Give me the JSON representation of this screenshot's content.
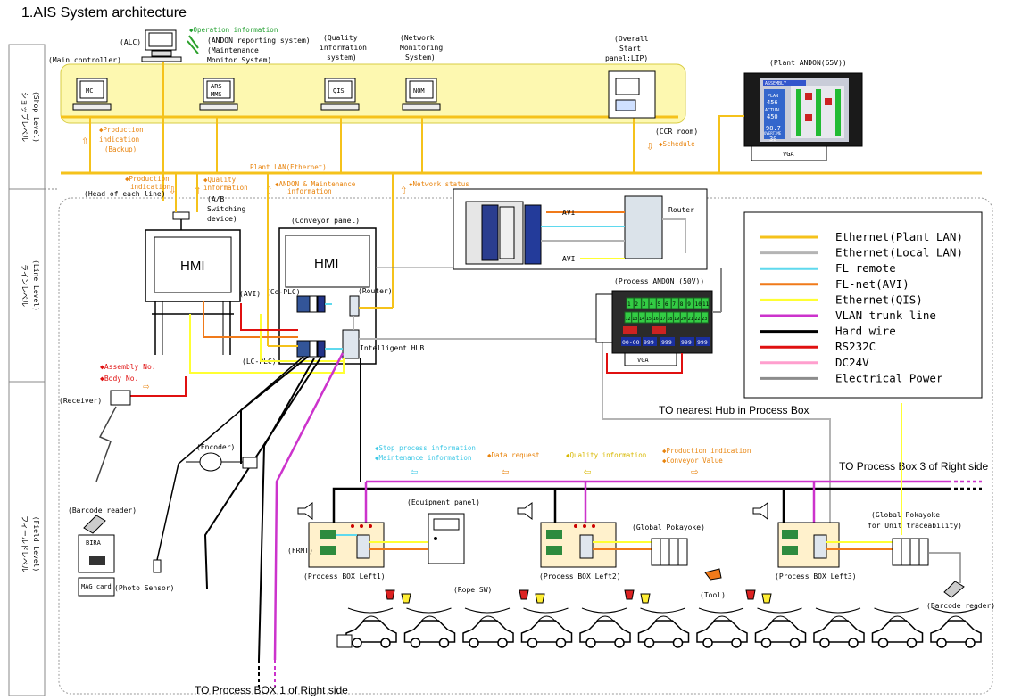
{
  "title": "1.AIS System architecture",
  "levels": {
    "shop": [
      "ショップレベル",
      "(Shop Level)"
    ],
    "line": [
      "ラインレベル",
      "(Line Level)"
    ],
    "field": [
      "フィールドレベル",
      "(Field Level)"
    ]
  },
  "shop": {
    "alc_label": "(ALC)",
    "operation_info": "◆Operation information",
    "andon_reporting": "(ANDON reporting system)",
    "maintenance_monitor_1": "(Maintenance",
    "maintenance_monitor_2": "Monitor System)",
    "main_controller": "(Main controller)",
    "quality_info_1": "(Quality",
    "quality_info_2": "information",
    "quality_info_3": "system)",
    "network_mon_1": "(Network",
    "network_mon_2": "Monitoring",
    "network_mon_3": "System)",
    "overall_1": "(Overall",
    "overall_2": "Start",
    "overall_3": "panel:LIP)",
    "mc": "MC",
    "ars": "ARS",
    "mms": "MMS",
    "qis": "QIS",
    "nom": "NOM",
    "plant_andon": "(Plant ANDON(65V))",
    "vga": "VGA",
    "production_backup_1": "◆Production",
    "production_backup_2": "indication",
    "production_backup_3": "(Backup)",
    "ccr_room": "(CCR room)",
    "schedule": "◆Schedule",
    "plant_lan": "Plant LAN(Ethernet)"
  },
  "andon_board": {
    "header": "ASSEMBLY",
    "plan_label": "PLAN",
    "plan_value": "456",
    "actual_label": "ACTUAL",
    "actual_value": "450",
    "ratio_value": "98.7",
    "overtime_label": "OVERTIME",
    "overtime_value": "30"
  },
  "line": {
    "head_of_line": "(Head of each line)",
    "production_ind_1": "◆Production",
    "production_ind_2": "indication",
    "quality_info_1": "◆Quality",
    "quality_info_2": "information",
    "andon_maint_1": "◆ANDON & Maintenance",
    "andon_maint_2": "information",
    "network_status": "◆Network status",
    "ab_switch_1": "(A/B",
    "ab_switch_2": "Switching",
    "ab_switch_3": "device)",
    "conveyor_panel": "(Conveyor panel)",
    "hmi": "HMI",
    "avi": "(AVI)",
    "co_plc": "(Co-PLC)",
    "router_paren": "(Router)",
    "lc_plc": "(LC-PLC)",
    "intelligent_hub": "Intelligent HUB",
    "inset_avi_top": "AVI",
    "inset_avi_bottom": "AVI",
    "inset_router": "Router",
    "process_andon": "(Process ANDON (50V))",
    "andon_vga": "VGA",
    "andon_top_row": [
      "1",
      "2",
      "3",
      "4",
      "5",
      "6",
      "7",
      "8",
      "9",
      "10",
      "11"
    ],
    "andon_mid_row": [
      "12",
      "13",
      "14",
      "15",
      "16",
      "17",
      "18",
      "19",
      "20",
      "21",
      "22",
      "23"
    ],
    "andon_bottom_row": [
      "00-00",
      "999",
      "999",
      "999",
      "999"
    ],
    "to_nearest_hub": "TO nearest Hub in Process Box"
  },
  "legend": [
    {
      "label": "Ethernet(Plant LAN)",
      "color": "#f5c21b"
    },
    {
      "label": "Ethernet(Local LAN)",
      "color": "#b4b4b4"
    },
    {
      "label": "FL remote",
      "color": "#5fd9ee"
    },
    {
      "label": "FL-net(AVI)",
      "color": "#f07a1a"
    },
    {
      "label": "Ethernet(QIS)",
      "color": "#ffff33"
    },
    {
      "label": "VLAN trunk line",
      "color": "#cc33cc"
    },
    {
      "label": "Hard wire",
      "color": "#000000"
    },
    {
      "label": "RS232C",
      "color": "#e01010"
    },
    {
      "label": "DC24V",
      "color": "#ff9fce"
    },
    {
      "label": "Electrical Power",
      "color": "#8c8c8c"
    }
  ],
  "field": {
    "assembly_no": "◆Assembly No.",
    "body_no": "◆Body No.",
    "receiver": "(Receiver)",
    "encoder": "(Encoder)",
    "barcode_reader": "(Barcode reader)",
    "bira": "BIRA",
    "mag_card": "MAG card",
    "photo_sensor": "(Photo Sensor)",
    "stop_process_1": "◆Stop process information",
    "stop_process_2": "◆Maintenance information",
    "data_request": "◆Data request",
    "quality_information": "◆Quality information",
    "production_indication": "◆Production indication",
    "conveyor_value": "◆Conveyor Value",
    "to_box3": "TO Process Box 3 of Right side",
    "equipment_panel": "(Equipment panel)",
    "frmt": "(FRMT)",
    "box_left1": "(Process BOX Left1)",
    "rope_sw": "(Rope SW)",
    "global_poka": "(Global Pokayoke)",
    "box_left2": "(Process BOX Left2)",
    "tool": "(Tool)",
    "global_poka_unit_1": "(Global Pokayoke",
    "global_poka_unit_2": "for Unit traceability)",
    "box_left3": "(Process BOX Left3)",
    "barcode_reader_right": "(Barcode reader)",
    "to_box1": "TO Process BOX 1 of Right side"
  }
}
